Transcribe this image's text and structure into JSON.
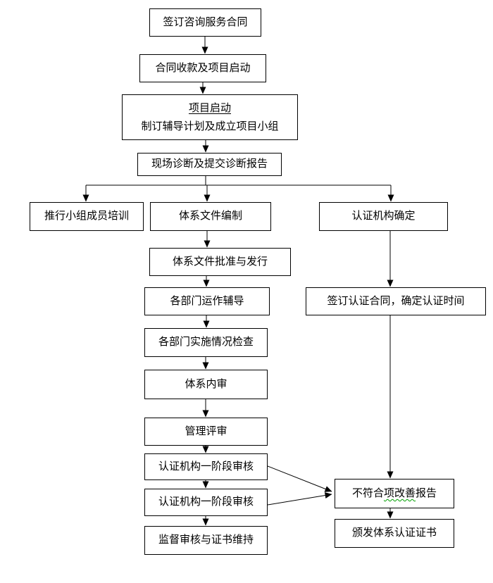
{
  "diagram": {
    "type": "flowchart",
    "colors": {
      "background": "#ffffff",
      "box_border": "#000000",
      "box_fill": "#ffffff",
      "text": "#000000",
      "connector": "#000000",
      "squiggle_underline": "#00a000"
    },
    "nodes": {
      "sign_consult_contract": {
        "label": "签订咨询服务合同"
      },
      "contract_payment": {
        "label": "合同收款及项目启动"
      },
      "project_launch": {
        "title": "项目启动",
        "subtitle": "制订辅导计划及成立项目小组"
      },
      "site_diagnosis": {
        "label": "现场诊断及提交诊断报告"
      },
      "team_training": {
        "label": "推行小组成员培训"
      },
      "doc_compilation": {
        "label": "体系文件编制"
      },
      "cert_body_selection": {
        "label": "认证机构确定"
      },
      "doc_approval": {
        "label": "体系文件批准与发行"
      },
      "dept_coaching": {
        "label": "各部门运作辅导"
      },
      "sign_cert_contract": {
        "label": "签订认证合同，确定认证时间"
      },
      "impl_check": {
        "label": "各部门实施情况检查"
      },
      "internal_audit": {
        "label": "体系内审"
      },
      "mgmt_review": {
        "label": "管理评审"
      },
      "stage1_audit": {
        "label": "认证机构一阶段审核"
      },
      "stage1_audit_2": {
        "label": "认证机构一阶段审核"
      },
      "surveillance_audit": {
        "label": "监督审核与证书维持"
      },
      "nonconformity_report": {
        "prefix": "不符合",
        "squiggle": "项改善",
        "suffix": "报告"
      },
      "issue_certificate": {
        "label": "颁发体系认证证书"
      }
    }
  }
}
